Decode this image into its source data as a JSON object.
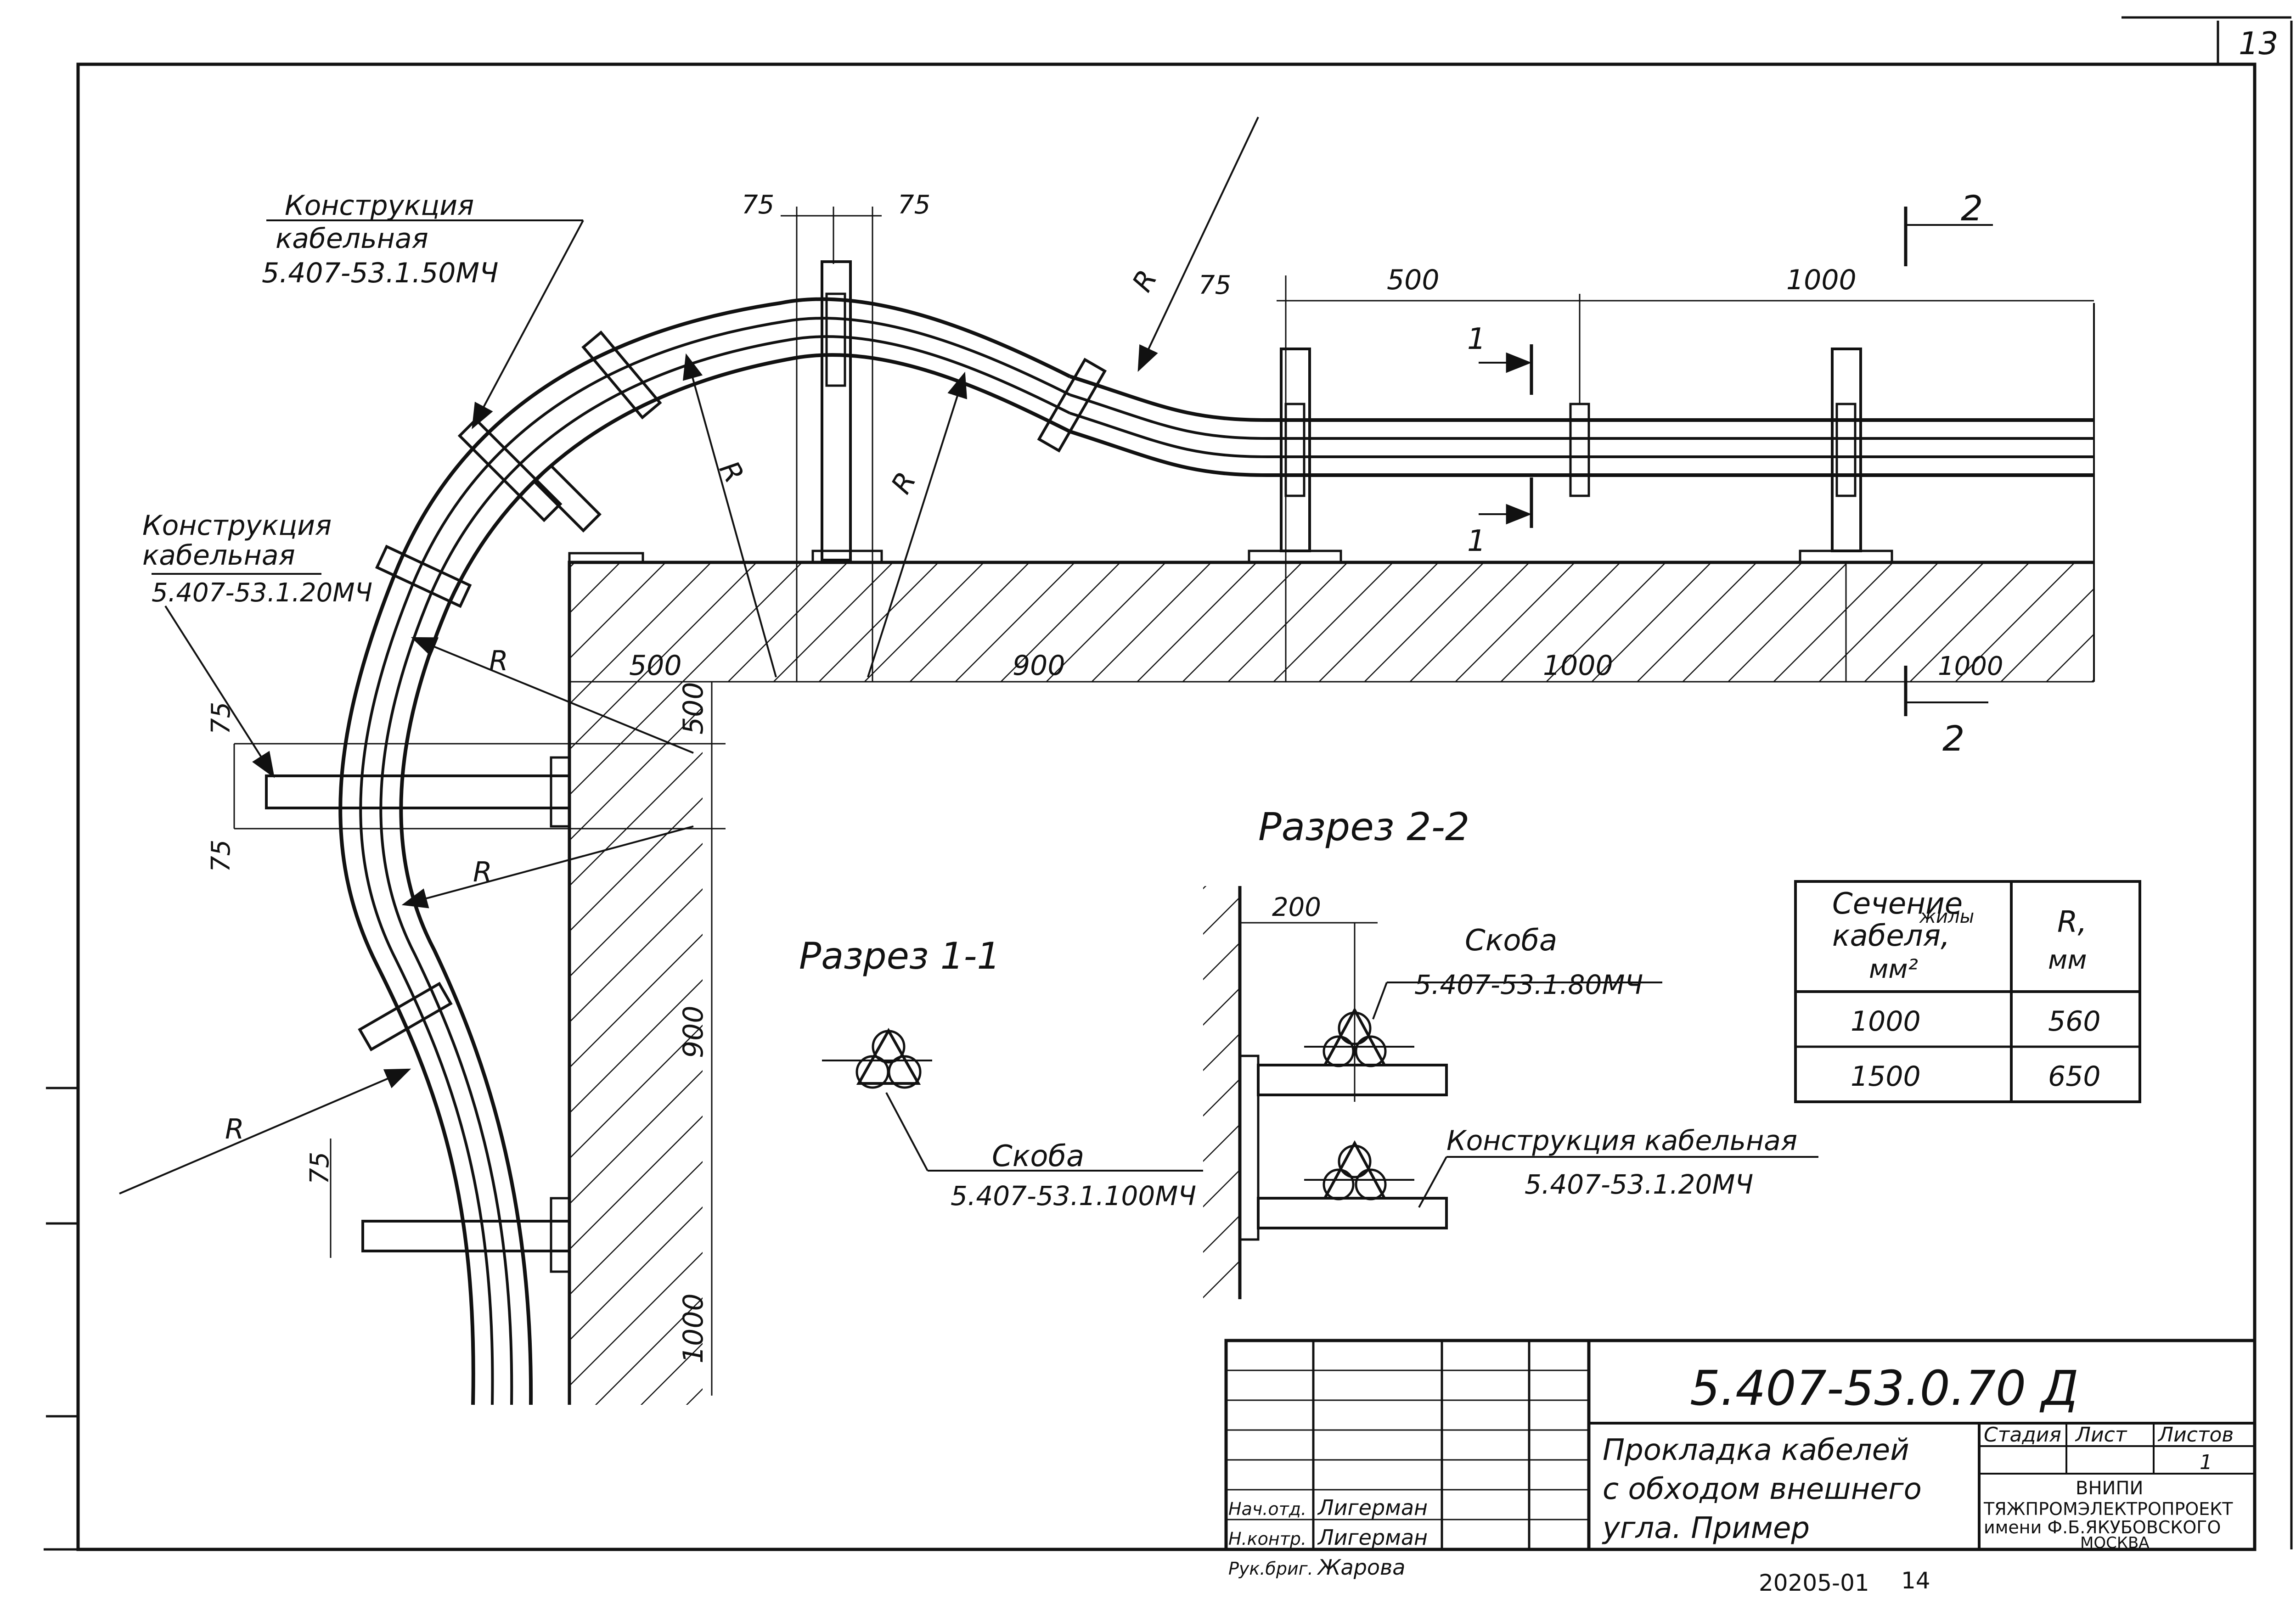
{
  "sheet": {
    "sheet_number": "13",
    "bottom_stamp": "20205-01",
    "bottom_stamp_page": "14"
  },
  "labels": {
    "construction_50": [
      "Конструкция",
      "кабельная",
      "5.407-53.1.50МЧ"
    ],
    "construction_20": [
      "Конструкция",
      "кабельная",
      "5.407-53.1.20МЧ"
    ],
    "section_1_1": "Разрез 1-1",
    "section_2_2": "Разрез 2-2",
    "bracket_100": [
      "Скоба",
      "5.407-53.1.100МЧ"
    ],
    "bracket_80": [
      "Скоба",
      "5.407-53.1.80МЧ"
    ],
    "construction_20_right": [
      "Конструкция кабельная",
      "5.407-53.1.20МЧ"
    ],
    "radius": "R",
    "cut_1": "1",
    "cut_2": "2"
  },
  "dimensions": {
    "d75": "75",
    "d500": "500",
    "d900": "900",
    "d1000": "1000",
    "d200": "200"
  },
  "table": {
    "header_cell_1": [
      "Сечение",
      "жилы",
      "кабеля,",
      "мм²"
    ],
    "header_cell_2": [
      "R,",
      "мм"
    ],
    "rows": [
      [
        "1000",
        "560"
      ],
      [
        "1500",
        "650"
      ]
    ]
  },
  "title_block": {
    "doc_code": "5.407-53.0.70 Д",
    "title_lines": [
      "Прокладка кабелей",
      "с обходом внешнего",
      "угла. Пример"
    ],
    "stage_label": "Стадия",
    "sheet_label": "Лист",
    "sheets_label": "Листов",
    "sheets_value": "1",
    "org_lines": [
      "ВНИПИ",
      "ТЯЖПРОМЭЛЕКТРОПРОЕКТ",
      "имени Ф.Б.ЯКУБОВСКОГО",
      "МОСКВА"
    ],
    "people": [
      {
        "role": "Нач.отд.",
        "name": "Лигерман"
      },
      {
        "role": "Н.контр.",
        "name": "Лигерман"
      },
      {
        "role": "Рук.бриг.",
        "name": "Жарова"
      }
    ]
  }
}
